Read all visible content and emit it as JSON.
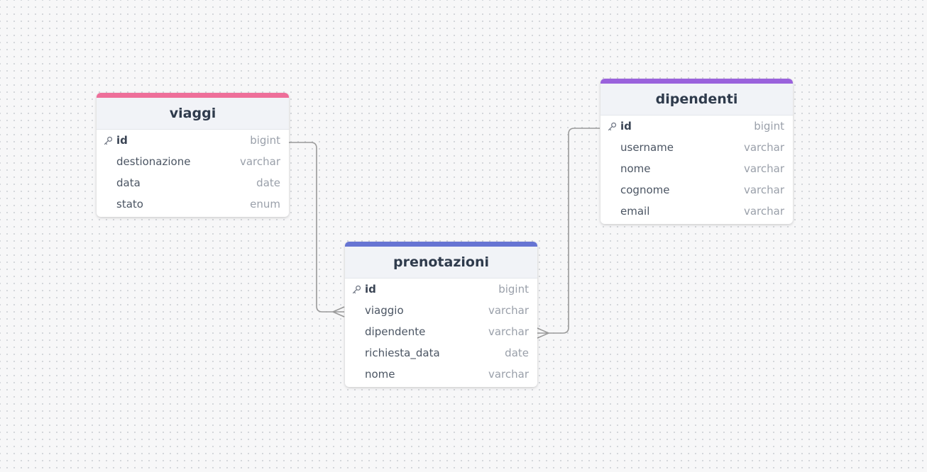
{
  "colors": {
    "background": "#f7f7f8",
    "connector": "#9a9a9a",
    "viaggi_accent": "#ee6f9a",
    "prenotazioni_accent": "#6674d3",
    "dipendenti_accent": "#9a62dc"
  },
  "tables": [
    {
      "name": "viaggi",
      "accent": "#ee6f9a",
      "columns": [
        {
          "name": "id",
          "type": "bigint",
          "pk": true
        },
        {
          "name": "destionazione",
          "type": "varchar",
          "pk": false
        },
        {
          "name": "data",
          "type": "date",
          "pk": false
        },
        {
          "name": "stato",
          "type": "enum",
          "pk": false
        }
      ]
    },
    {
      "name": "prenotazioni",
      "accent": "#6674d3",
      "columns": [
        {
          "name": "id",
          "type": "bigint",
          "pk": true
        },
        {
          "name": "viaggio",
          "type": "varchar",
          "pk": false
        },
        {
          "name": "dipendente",
          "type": "varchar",
          "pk": false
        },
        {
          "name": "richiesta_data",
          "type": "date",
          "pk": false
        },
        {
          "name": "nome",
          "type": "varchar",
          "pk": false
        }
      ]
    },
    {
      "name": "dipendenti",
      "accent": "#9a62dc",
      "columns": [
        {
          "name": "id",
          "type": "bigint",
          "pk": true
        },
        {
          "name": "username",
          "type": "varchar",
          "pk": false
        },
        {
          "name": "nome",
          "type": "varchar",
          "pk": false
        },
        {
          "name": "cognome",
          "type": "varchar",
          "pk": false
        },
        {
          "name": "email",
          "type": "varchar",
          "pk": false
        }
      ]
    }
  ],
  "relations": [
    {
      "from_table": "viaggi",
      "from_column": "id",
      "to_table": "prenotazioni",
      "to_column": "viaggio",
      "cardinality": "one-to-many"
    },
    {
      "from_table": "dipendenti",
      "from_column": "id",
      "to_table": "prenotazioni",
      "to_column": "dipendente",
      "cardinality": "one-to-many"
    }
  ]
}
